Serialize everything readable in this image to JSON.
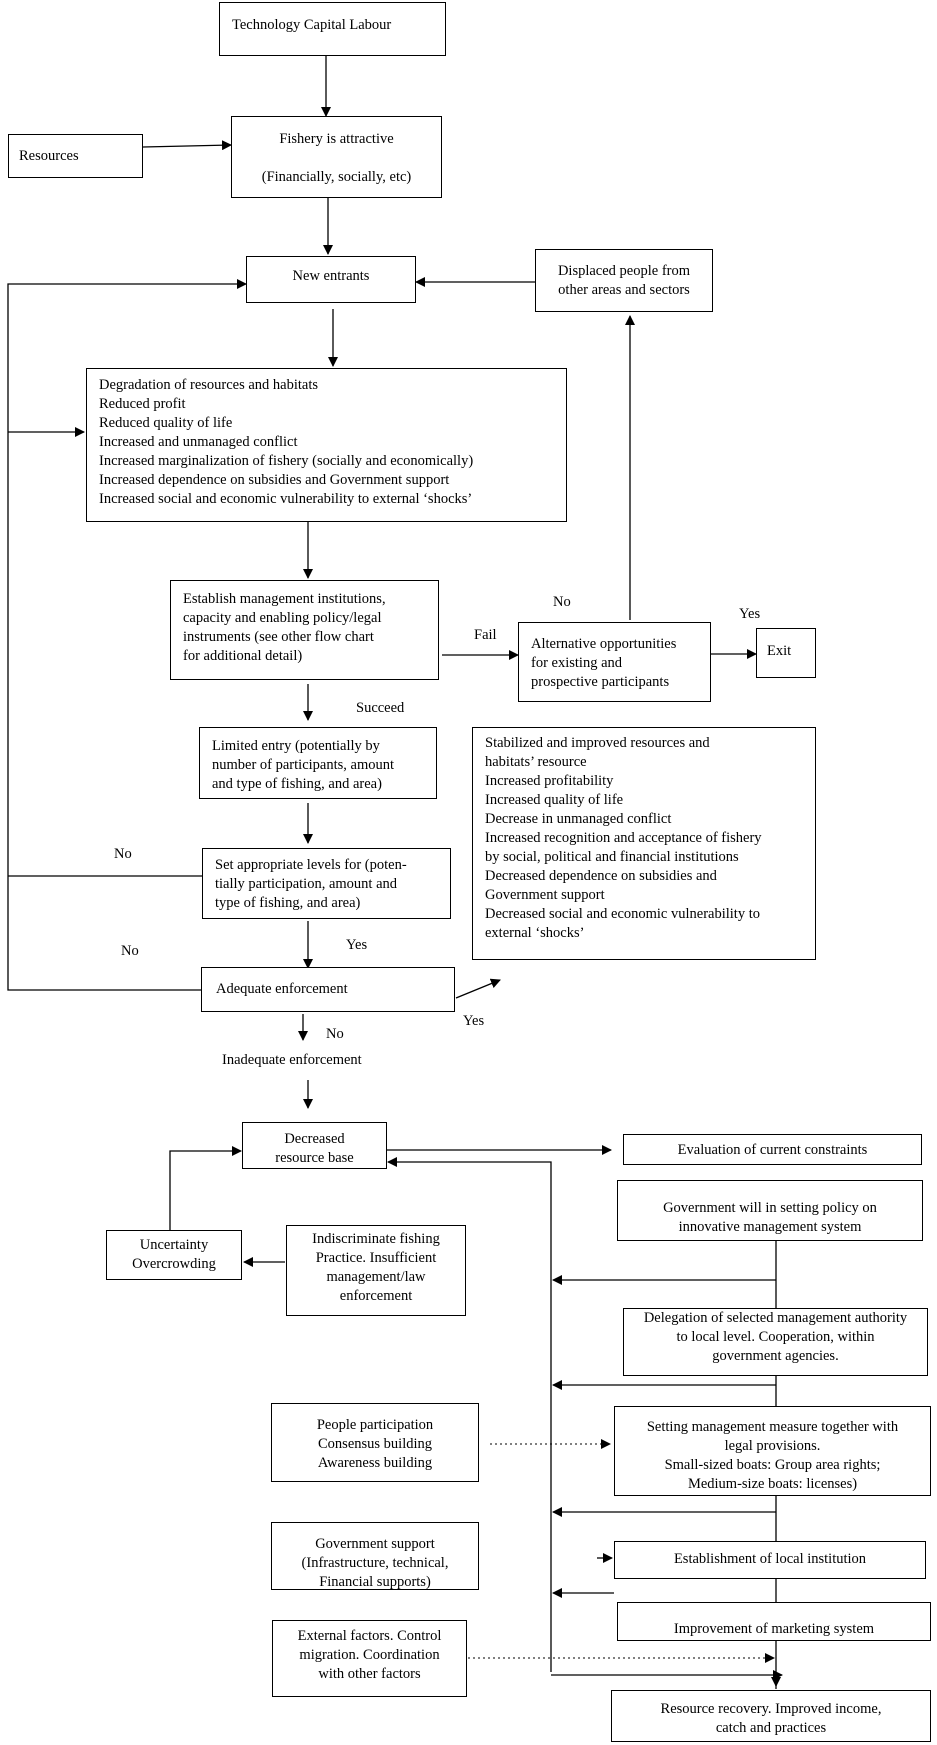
{
  "nodes": {
    "tech_capital_labour": "Technology Capital Labour",
    "resources": "Resources",
    "fishery_attractive": "Fishery is attractive\n\n(Financially, socially, etc)",
    "new_entrants": "New entrants",
    "displaced_people": "Displaced people from\nother areas and sectors",
    "degradation": "Degradation of resources and habitats\nReduced profit\nReduced quality of life\nIncreased and unmanaged conflict\nIncreased marginalization of fishery (socially and economically)\nIncreased dependence on subsidies and Government support\nIncreased social and economic vulnerability to external ‘shocks’",
    "establish_management": "Establish management institutions,\ncapacity and enabling policy/legal\ninstruments (see other flow chart\nfor additional detail)",
    "alternative_opportunities": "Alternative opportunities\nfor existing and\nprospective participants",
    "exit": "Exit",
    "limited_entry": "Limited entry (potentially by\nnumber of participants, amount\nand type of fishing, and area)",
    "stabilized": "Stabilized and improved resources and\nhabitats’ resource\nIncreased profitability\nIncreased quality of life\nDecrease in unmanaged conflict\nIncreased recognition and acceptance of fishery\nby social, political and financial institutions\nDecreased dependence on subsidies and\nGovernment support\nDecreased social and economic vulnerability to\nexternal ‘shocks’",
    "set_levels": "Set appropriate levels for (poten-\ntially participation, amount and\ntype of fishing, and area)",
    "adequate_enforcement": "Adequate enforcement",
    "inadequate_enforcement": "Inadequate enforcement",
    "decreased_resource": "Decreased\nresource base",
    "evaluation": "Evaluation of current constraints",
    "government_will": "Government will in setting policy on\ninnovative management system",
    "uncertainty": "Uncertainty\nOvercrowding",
    "indiscriminate": "Indiscriminate fishing\nPractice. Insufficient\nmanagement/law\nenforcement",
    "delegation": "Delegation of selected management authority\nto local level.  Cooperation, within\ngovernment agencies.",
    "people_participation": "People participation\nConsensus building\nAwareness building",
    "setting_management": "Setting management measure together with\nlegal provisions.\nSmall-sized boats: Group area  rights;\nMedium-size boats:  licenses)",
    "government_support": "Government  support\n(Infrastructure, technical,\nFinancial supports)",
    "local_institution": "Establishment of local institution",
    "improvement_marketing": "Improvement of marketing system",
    "external_factors": "External factors. Control\nmigration. Coordination\nwith other factors",
    "resource_recovery": "Resource recovery. Improved income,\ncatch and practices"
  },
  "edge_labels": {
    "no_alt": "No",
    "yes_exit": "Yes",
    "fail": "Fail",
    "succeed": "Succeed",
    "no_levels": "No",
    "no_enforcement_loop": "No",
    "yes_levels": "Yes",
    "yes_adequate": "Yes",
    "no_adequate": "No"
  }
}
